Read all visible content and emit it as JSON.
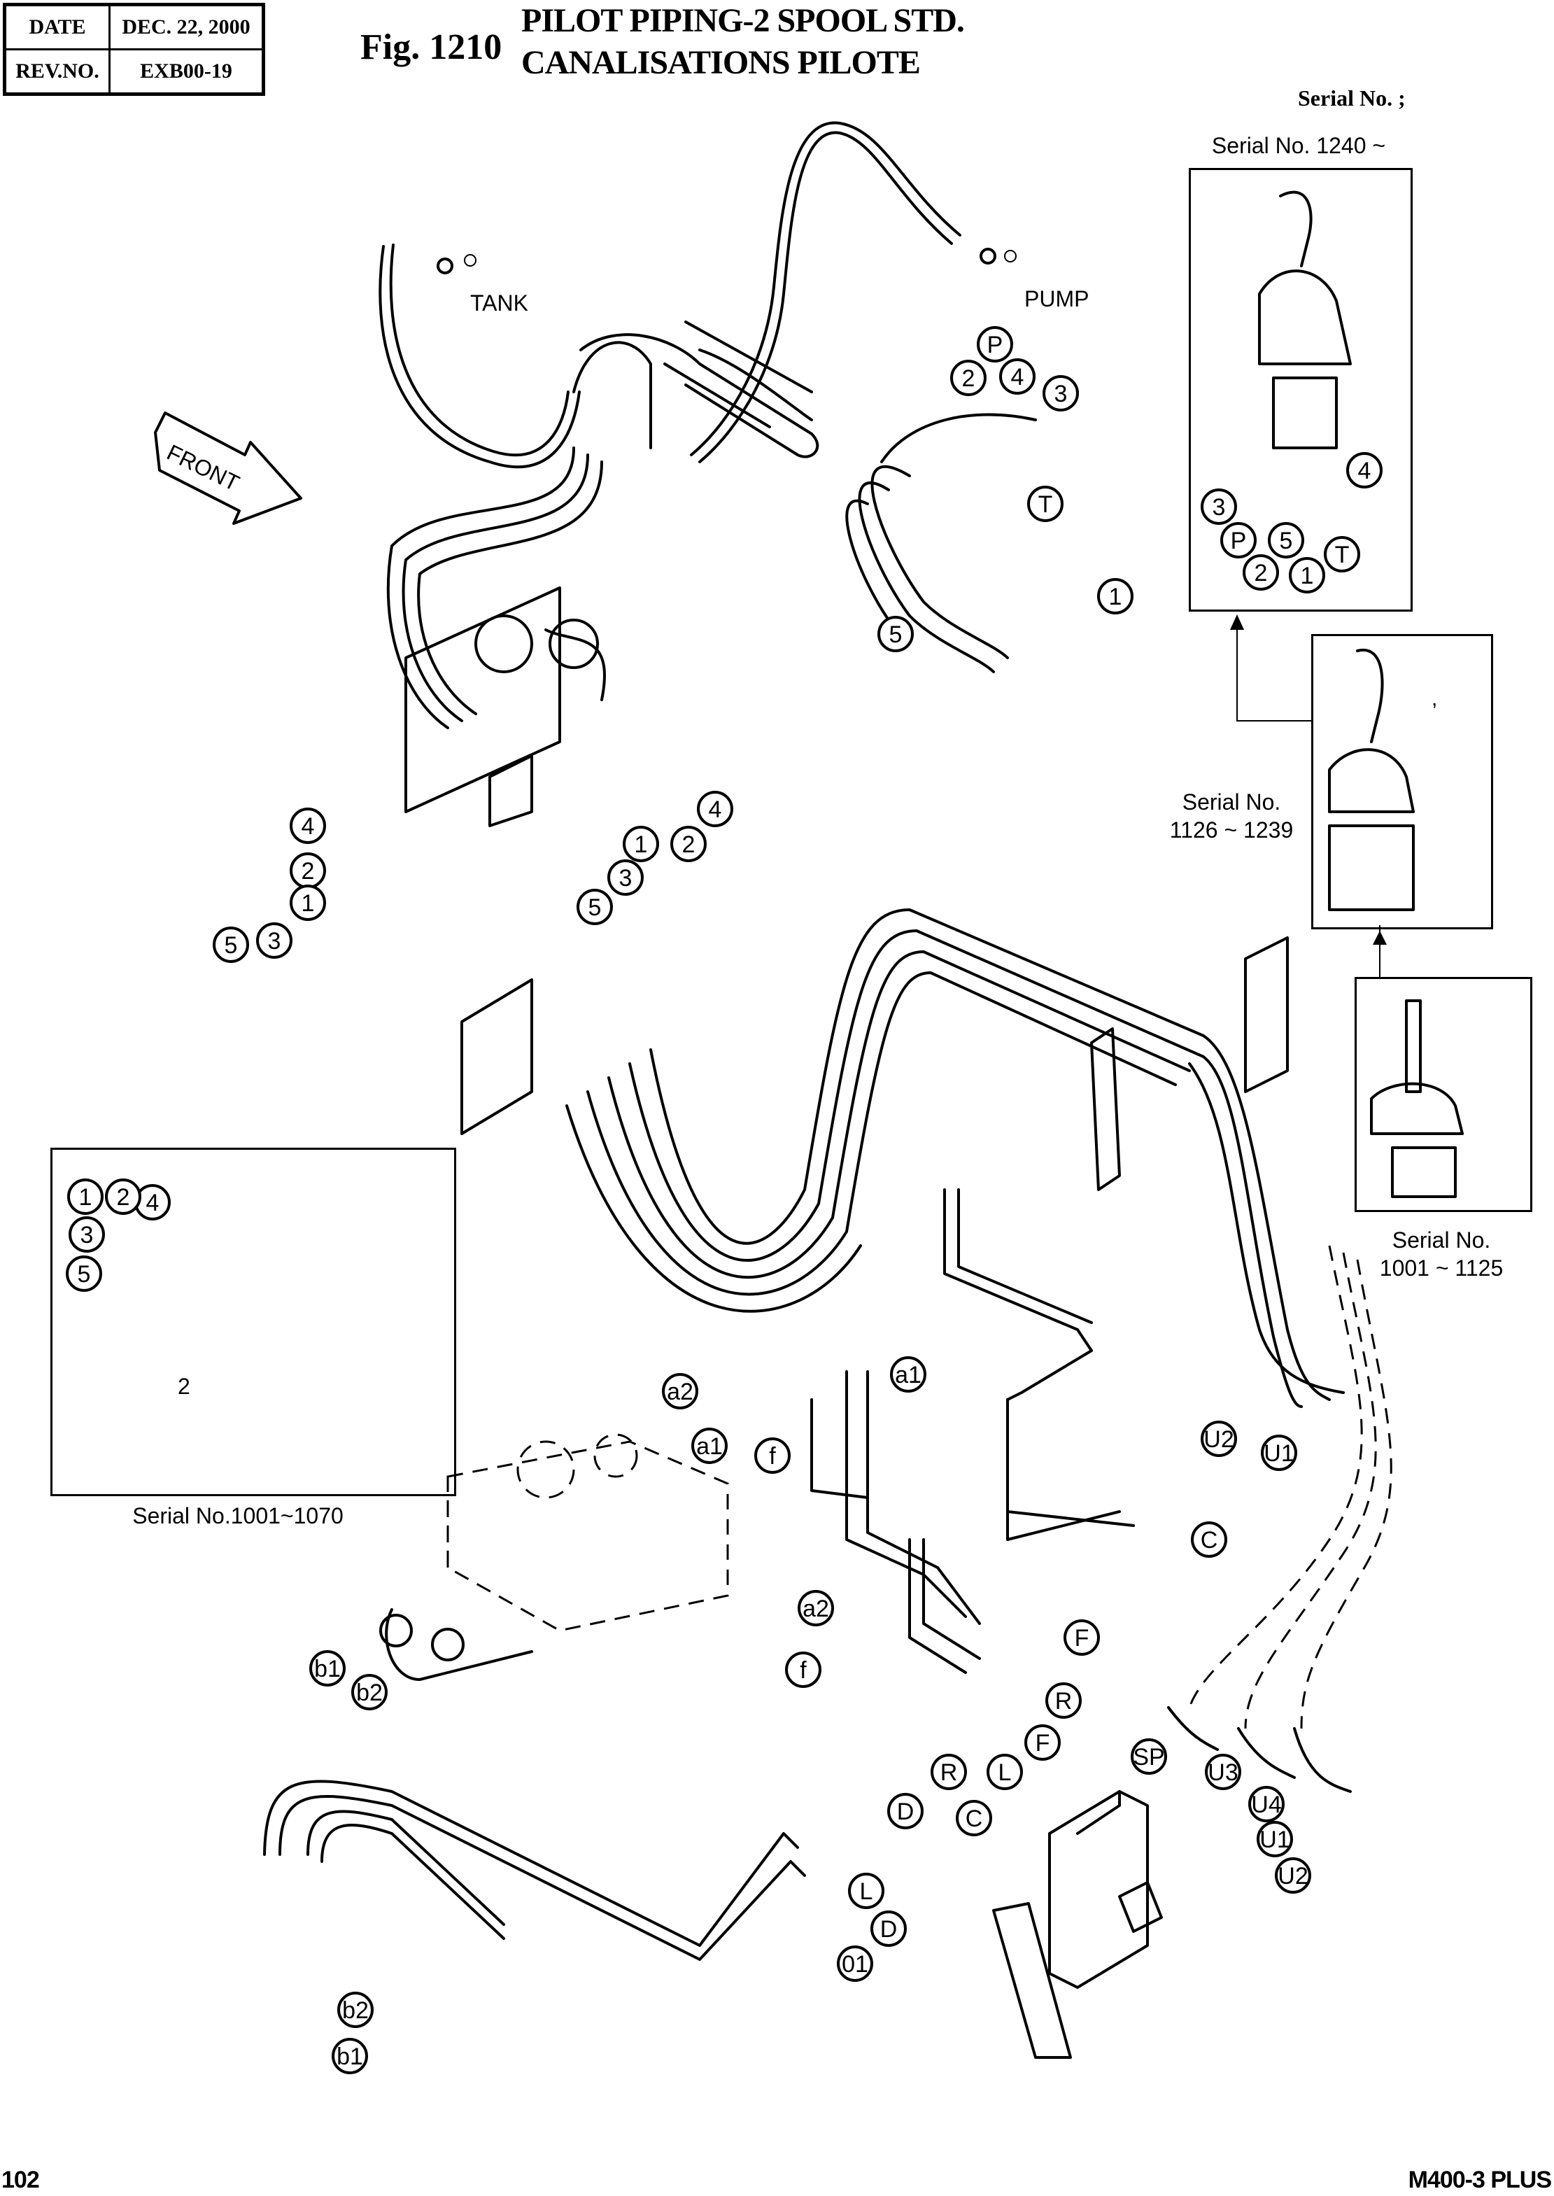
{
  "header": {
    "date_label": "DATE",
    "date_value": "DEC. 22, 2000",
    "rev_label": "REV.NO.",
    "rev_value": "EXB00-19",
    "figure_number": "Fig. 1210",
    "title_en": "PILOT PIPING-2 SPOOL STD.",
    "title_fr": "CANALISATIONS PILOTE",
    "serial_header": "Serial No. ;"
  },
  "labels": {
    "tank": "TANK",
    "pump": "PUMP",
    "front": "FRONT",
    "inset_serial_left": "Serial No.1001~1070",
    "stray_comma": ",",
    "inset_callout_2": "2"
  },
  "variants": [
    {
      "serial_line1": "Serial No. 1240 ~",
      "serial_line2": ""
    },
    {
      "serial_line1": "Serial No.",
      "serial_line2": "1126 ~ 1239"
    },
    {
      "serial_line1": "Serial No.",
      "serial_line2": "1001 ~ 1125"
    }
  ],
  "callouts": [
    {
      "id": "P"
    },
    {
      "id": "2"
    },
    {
      "id": "4"
    },
    {
      "id": "3"
    },
    {
      "id": "T"
    },
    {
      "id": "1"
    },
    {
      "id": "5"
    },
    {
      "id": "3"
    },
    {
      "id": "P"
    },
    {
      "id": "5"
    },
    {
      "id": "2"
    },
    {
      "id": "1"
    },
    {
      "id": "T"
    },
    {
      "id": "4"
    },
    {
      "id": "4"
    },
    {
      "id": "1"
    },
    {
      "id": "2"
    },
    {
      "id": "3"
    },
    {
      "id": "5"
    },
    {
      "id": "4"
    },
    {
      "id": "2"
    },
    {
      "id": "1"
    },
    {
      "id": "5"
    },
    {
      "id": "3"
    },
    {
      "id": "4"
    },
    {
      "id": "1"
    },
    {
      "id": "2"
    },
    {
      "id": "3"
    },
    {
      "id": "5"
    },
    {
      "id": "a1"
    },
    {
      "id": "a2"
    },
    {
      "id": "a1"
    },
    {
      "id": "f"
    },
    {
      "id": "a2"
    },
    {
      "id": "f"
    },
    {
      "id": "b1"
    },
    {
      "id": "b2"
    },
    {
      "id": "U2"
    },
    {
      "id": "U1"
    },
    {
      "id": "C"
    },
    {
      "id": "F"
    },
    {
      "id": "R"
    },
    {
      "id": "SP"
    },
    {
      "id": "U3"
    },
    {
      "id": "U4"
    },
    {
      "id": "U1"
    },
    {
      "id": "U2"
    },
    {
      "id": "F"
    },
    {
      "id": "L"
    },
    {
      "id": "R"
    },
    {
      "id": "C"
    },
    {
      "id": "D"
    },
    {
      "id": "L"
    },
    {
      "id": "D"
    },
    {
      "id": "01"
    },
    {
      "id": "b2"
    },
    {
      "id": "b1"
    }
  ],
  "footer": {
    "page_number": "102",
    "model": "M400-3 PLUS"
  }
}
